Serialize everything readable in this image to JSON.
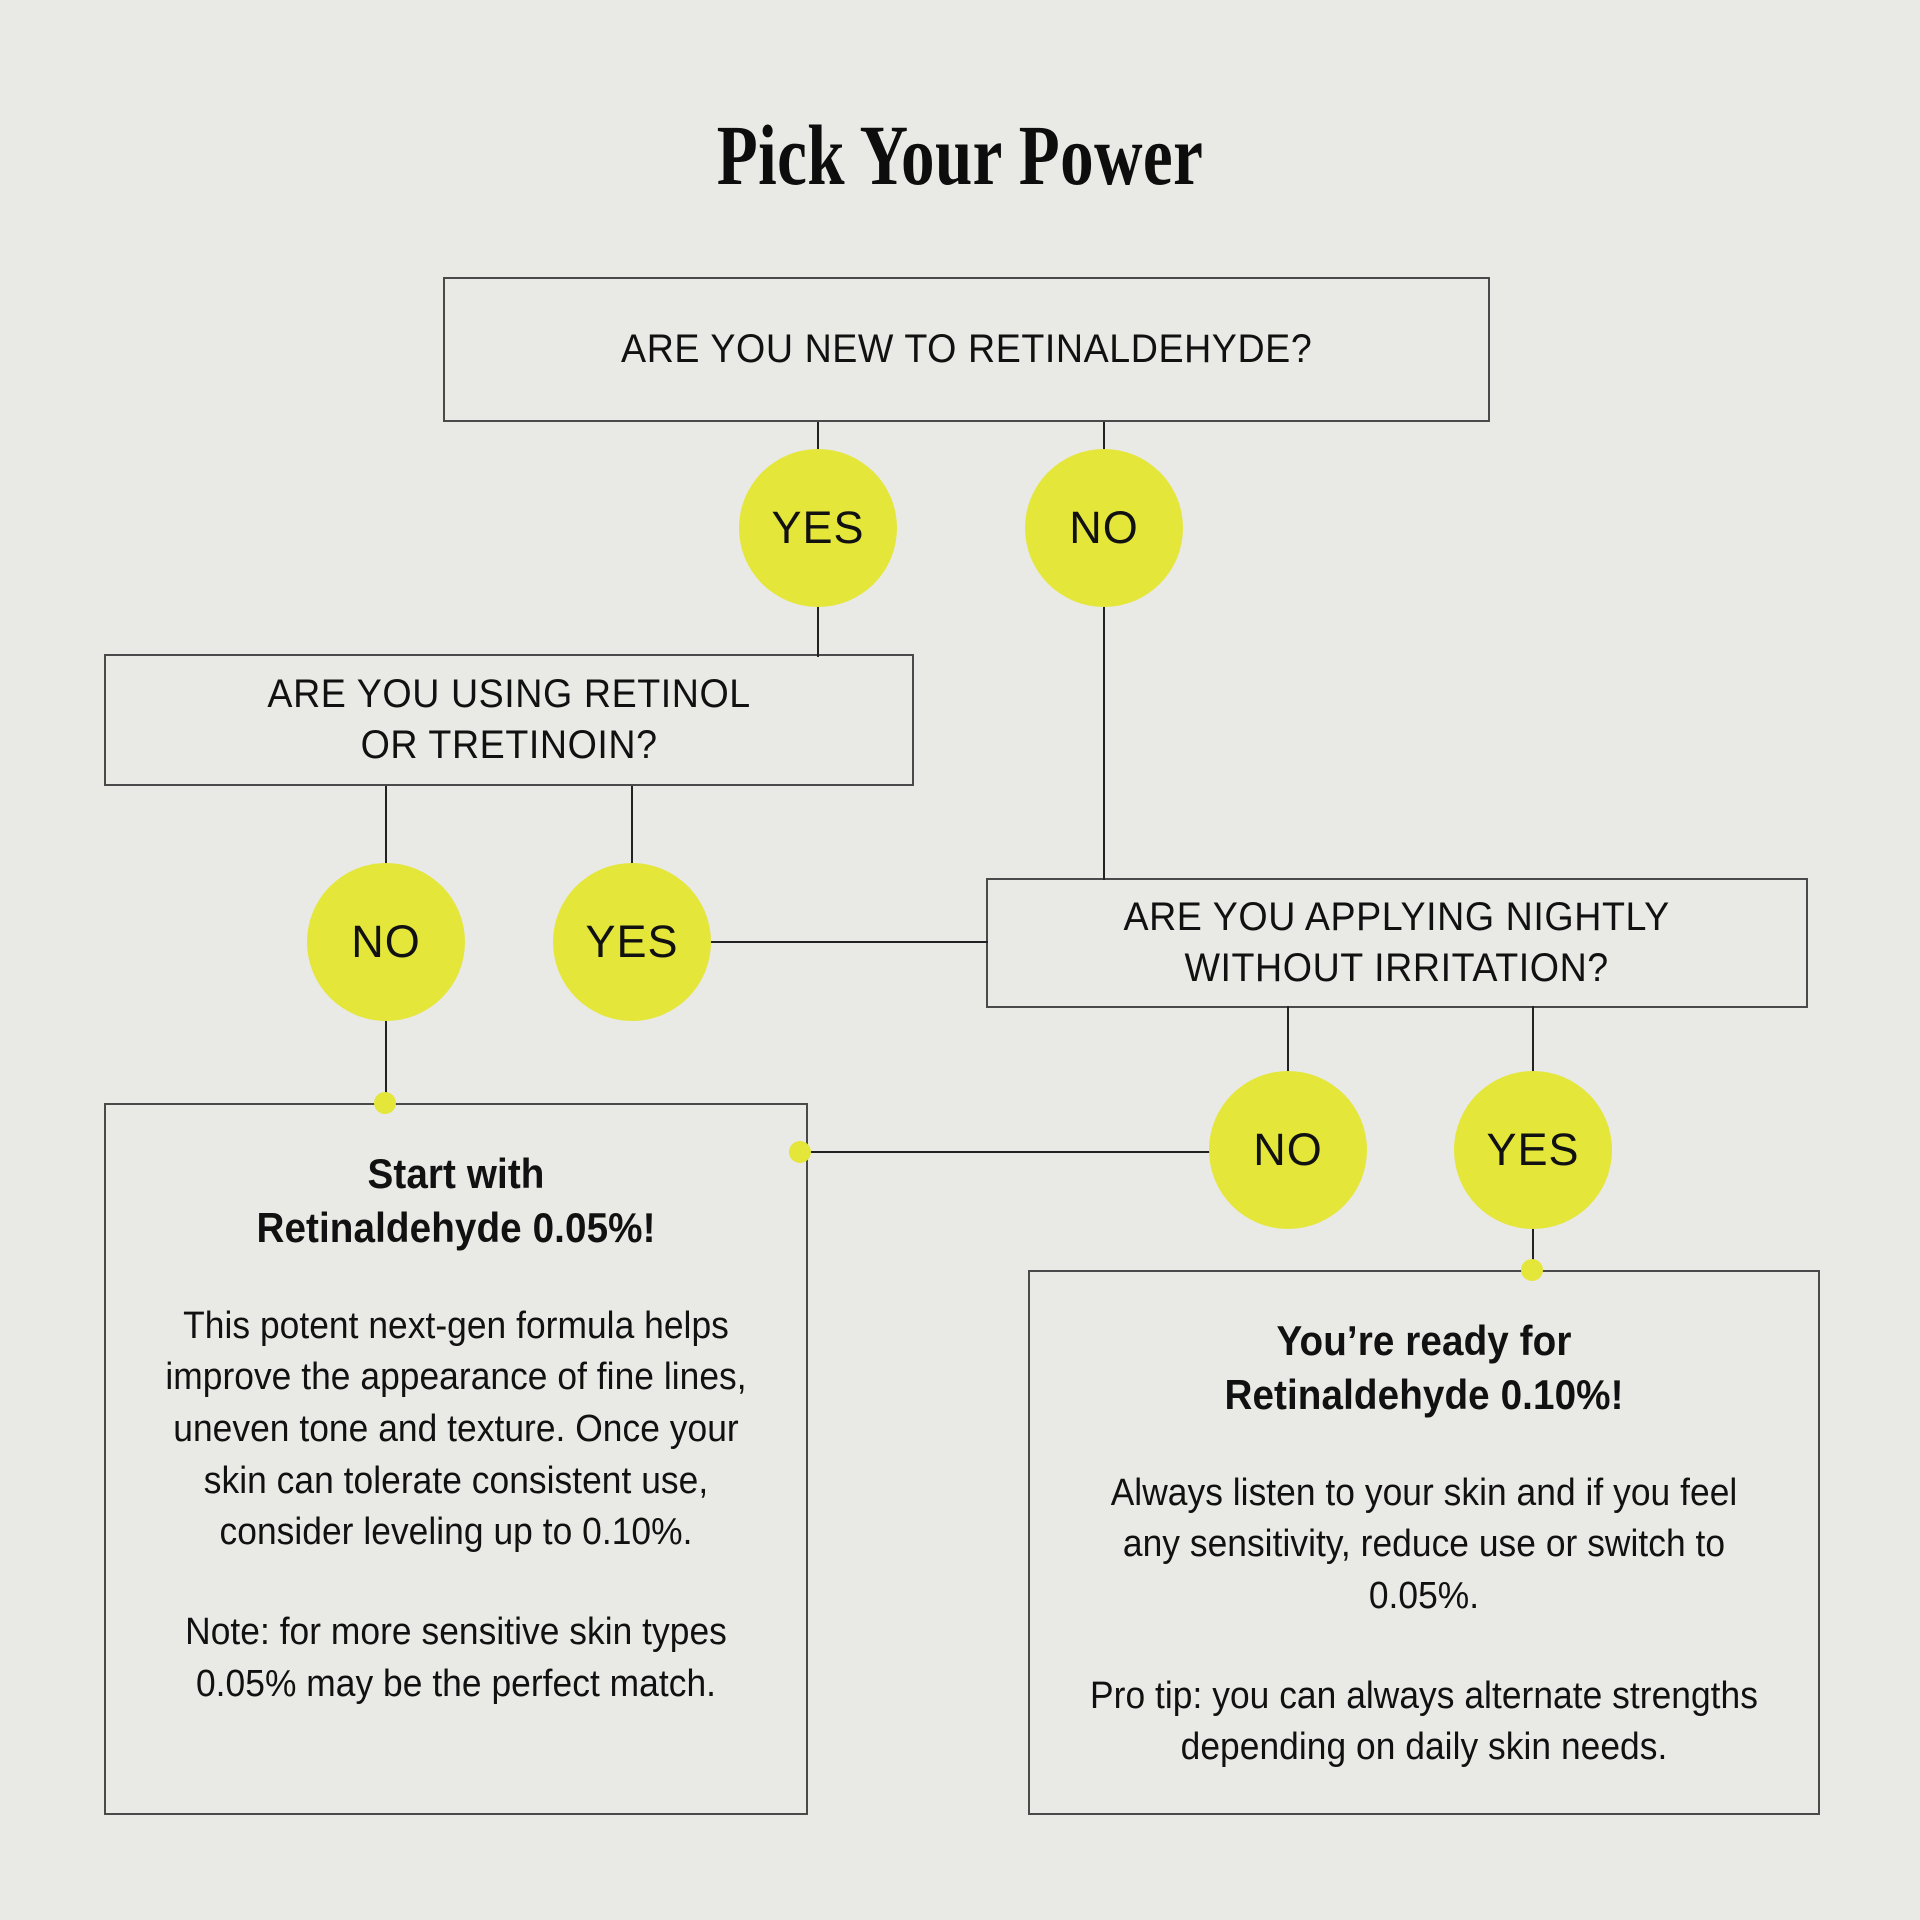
{
  "page": {
    "title": "Pick Your Power",
    "background_color": "#e9e9e6",
    "accent_color": "#e4e63a",
    "line_color": "#222222",
    "text_color": "#111111"
  },
  "flowchart": {
    "questions": [
      {
        "id": "q1",
        "text": "ARE YOU NEW TO RETINALDEHYDE?"
      },
      {
        "id": "q2",
        "text": "ARE YOU USING RETINOL\nOR TRETINOIN?"
      },
      {
        "id": "q3",
        "text": "ARE YOU APPLYING NIGHTLY\nWITHOUT IRRITATION?"
      }
    ],
    "answers": [
      {
        "id": "yes1",
        "label": "YES",
        "from": "q1"
      },
      {
        "id": "no1",
        "label": "NO",
        "from": "q1"
      },
      {
        "id": "no2",
        "label": "NO",
        "from": "q2"
      },
      {
        "id": "yes2",
        "label": "YES",
        "from": "q2"
      },
      {
        "id": "no3",
        "label": "NO",
        "from": "q3"
      },
      {
        "id": "yes3",
        "label": "YES",
        "from": "q3"
      }
    ],
    "results": [
      {
        "id": "r1",
        "heading": "Start with\nRetinaldehyde 0.05%!",
        "body": "This potent next-gen formula helps improve the appearance of fine lines, uneven tone and texture. Once your skin can tolerate consistent use, consider leveling up to 0.10%.",
        "note": "Note: for more sensitive skin types 0.05% may be the perfect match."
      },
      {
        "id": "r2",
        "heading": "You’re ready for\nRetinaldehyde 0.10%!",
        "body": "Always listen to your skin and if you feel any sensitivity, reduce use or switch to 0.05%.",
        "note": "Pro tip: you can always alternate strengths depending on daily skin needs."
      }
    ]
  }
}
